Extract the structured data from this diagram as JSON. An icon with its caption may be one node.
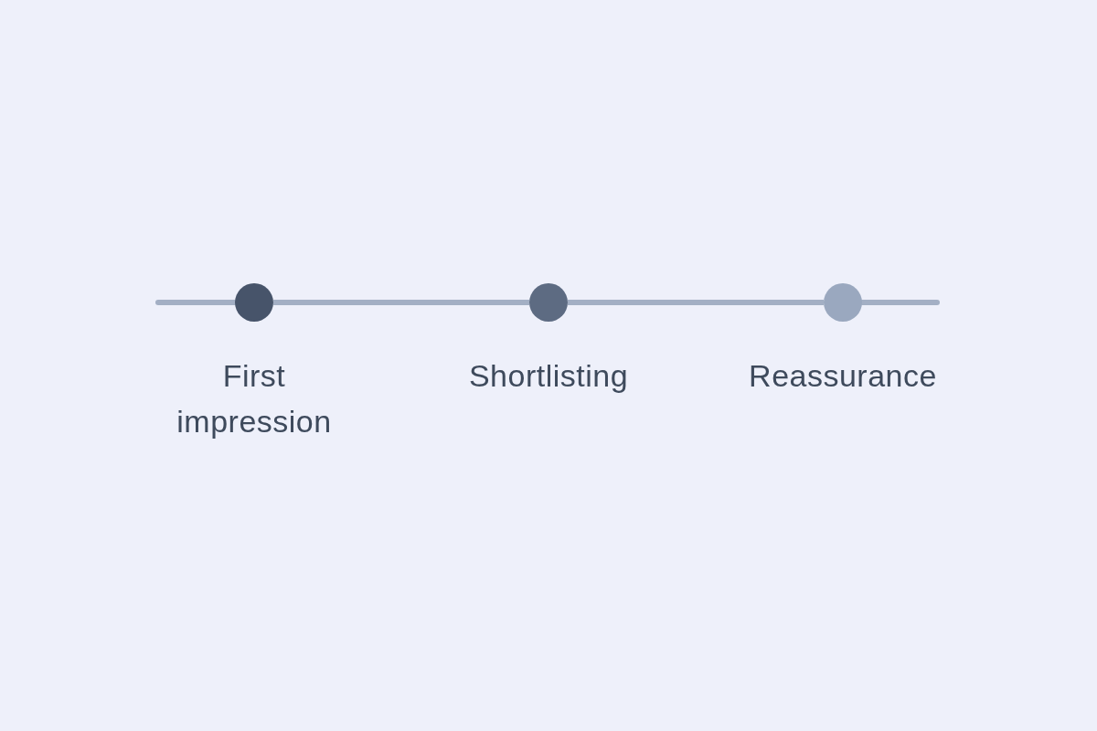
{
  "diagram": {
    "nodes": [
      {
        "text": [
          "First impression"
        ]
      },
      {
        "text": [
          "Shortlisting"
        ]
      },
      {
        "text": [
          "Reassurance"
        ]
      }
    ],
    "edges": [
      {
        "from": 0,
        "to": 1,
        "arrow": "none"
      },
      {
        "from": 1,
        "to": 2,
        "arrow": "none"
      }
    ]
  }
}
